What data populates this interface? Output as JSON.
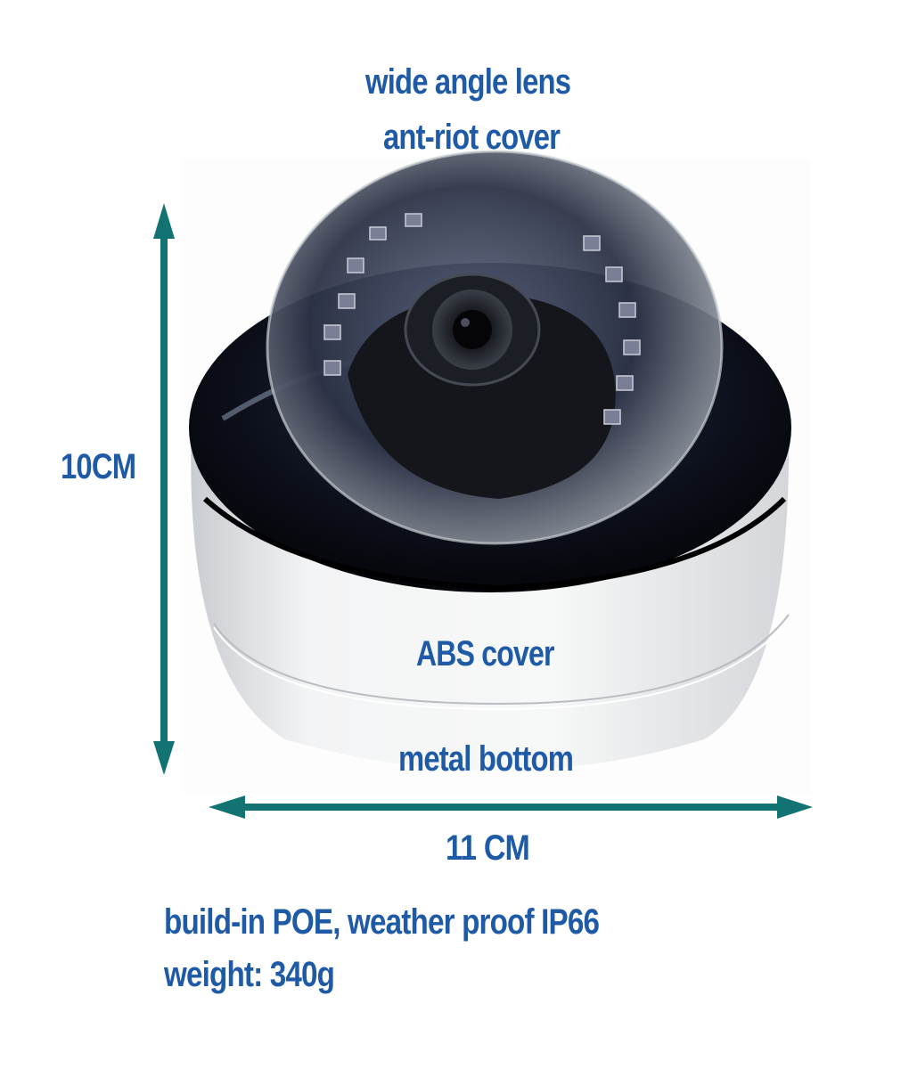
{
  "labels": {
    "lens": "wide angle lens",
    "cover_dome": "ant-riot cover",
    "housing": "ABS cover",
    "base": "metal bottom"
  },
  "dimensions": {
    "height": "10CM",
    "width": "11 CM"
  },
  "specs": {
    "line1": "build-in POE, weather proof IP66",
    "line2": "weight: 340g"
  },
  "colors": {
    "text": "#1f5aa6",
    "arrow": "#137373",
    "housing": "#eceef0",
    "dome_ring": "#0d0f18"
  },
  "product": {
    "name": "dome-camera"
  }
}
